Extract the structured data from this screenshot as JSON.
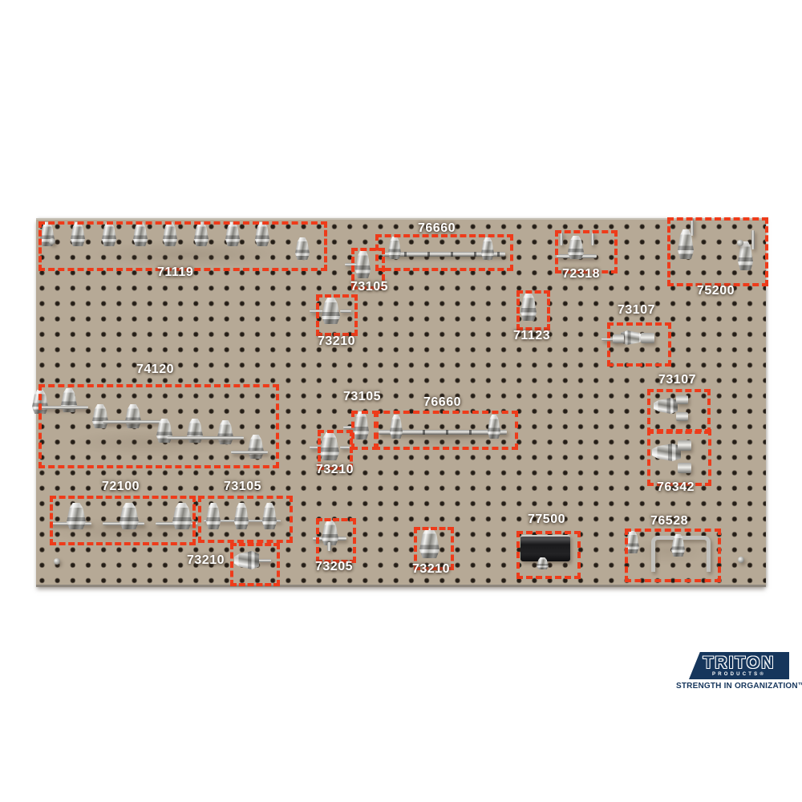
{
  "annotations": [
    {
      "part": "71119"
    },
    {
      "part": "76660"
    },
    {
      "part": "73105"
    },
    {
      "part": "72318"
    },
    {
      "part": "75200"
    },
    {
      "part": "73107"
    },
    {
      "part": "71123"
    },
    {
      "part": "73210"
    },
    {
      "part": "74120"
    },
    {
      "part": "73105"
    },
    {
      "part": "76660"
    },
    {
      "part": "73210"
    },
    {
      "part": "73107"
    },
    {
      "part": "76342"
    },
    {
      "part": "72100"
    },
    {
      "part": "73105"
    },
    {
      "part": "73210"
    },
    {
      "part": "73205"
    },
    {
      "part": "73210"
    },
    {
      "part": "77500"
    },
    {
      "part": "76528"
    }
  ],
  "logo": {
    "brand": "TRITON",
    "sub": "PRODUCTS®",
    "tagline": "STRENGTH IN ORGANIZATION™"
  },
  "colors": {
    "board": "#b6a996",
    "annotation_red": "#ee3b1a",
    "label_white": "#ffffff",
    "logo_navy": "#16365c"
  }
}
